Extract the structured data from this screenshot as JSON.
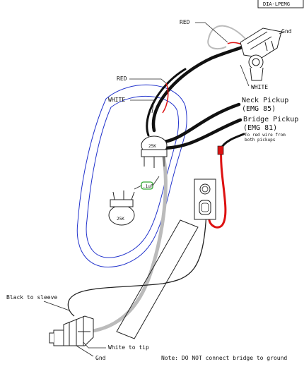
{
  "diagram": {
    "code": "DIA-LPEMG",
    "labels": {
      "red_top": "RED",
      "gnd_top": "Gnd",
      "white_right": "WHITE",
      "red_left": "RED",
      "white_left": "WHITE",
      "neck_line1": "Neck Pickup",
      "neck_line2": "(EMG 85)",
      "bridge_line1": "Bridge Pickup",
      "bridge_line2": "(EMG 81)",
      "to_red_line1": "To red wire from",
      "to_red_line2": "both pickups",
      "pot_top": "25K",
      "pot_bottom": "25K",
      "cap": ".1uF",
      "black_sleeve": "Black to sleeve",
      "white_tip": "White to tip",
      "gnd_bottom": "Gnd",
      "note": "Note: DO NOT connect bridge to ground"
    },
    "colors": {
      "cavity_outline": "#2233cc",
      "wire_red": "#dd1111",
      "wire_black": "#111111",
      "wire_gray": "#bbbbbb",
      "cap_green": "#33aa33",
      "line": "#222222"
    }
  }
}
